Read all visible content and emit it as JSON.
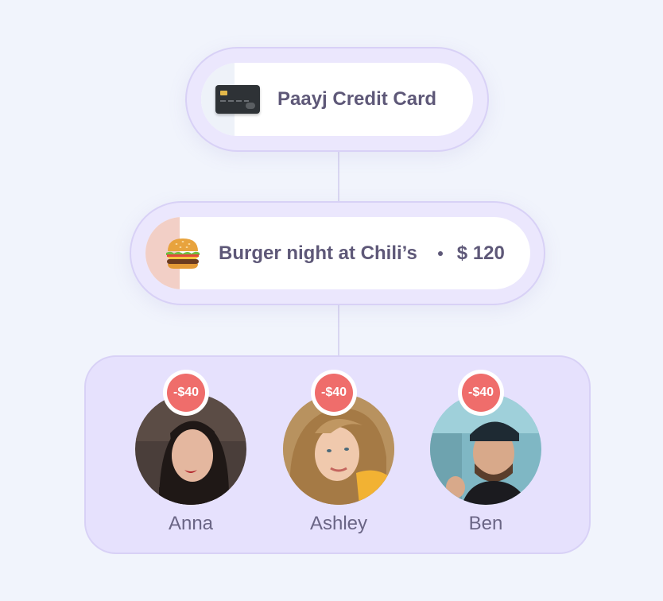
{
  "payment_card": {
    "label": "Paayj Credit Card",
    "icon": "credit-card-icon"
  },
  "expense": {
    "icon": "burger-icon",
    "title": "Burger night at Chili’s",
    "separator": "•",
    "amount": "$ 120"
  },
  "participants": [
    {
      "name": "Anna",
      "share": "-$40"
    },
    {
      "name": "Ashley",
      "share": "-$40"
    },
    {
      "name": "Ben",
      "share": "-$40"
    }
  ],
  "colors": {
    "background": "#f1f4fc",
    "pill_outer": "#ebe7fd",
    "panel": "#e6e1fd",
    "text": "#5e5878",
    "badge": "#ef6d6b",
    "expense_accent": "#f2cfc6"
  }
}
